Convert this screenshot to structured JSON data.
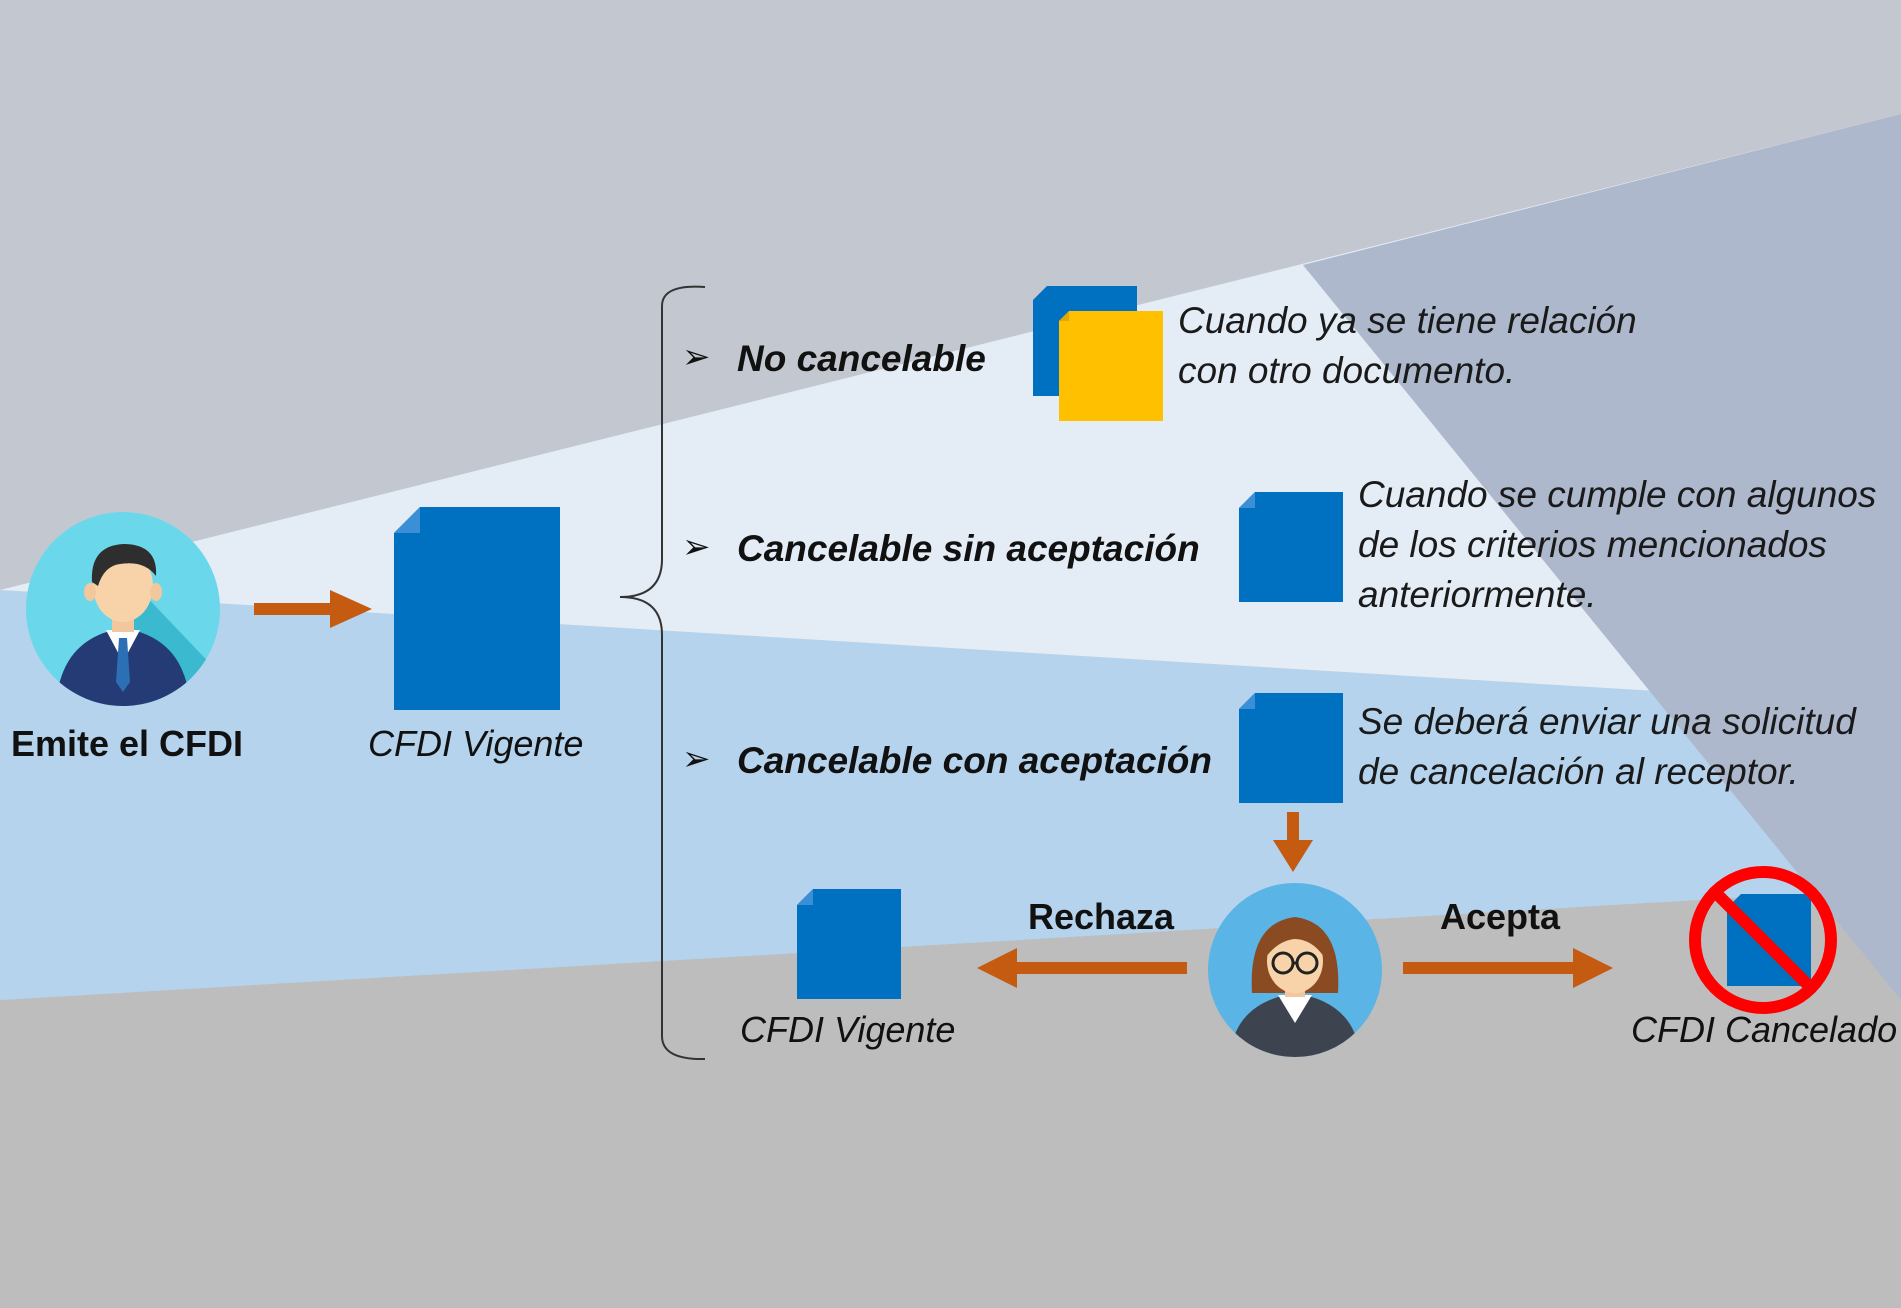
{
  "colors": {
    "bg_top": "#c3c8d0",
    "band_light": "#e4ecf5",
    "band_mid": "#b5d3ec",
    "band_bottom": "#bdbdbd",
    "slate": "#adb8cc",
    "doc_blue": "#0070c0",
    "doc_yellow": "#ffc000",
    "arrow_orange": "#c55a11",
    "forbidden_red": "#ff0000"
  },
  "issuer": {
    "label": "Emite el CFDI",
    "icon": "businessman-avatar-icon"
  },
  "main_document": {
    "label": "CFDI Vigente",
    "icon": "document-icon"
  },
  "options": [
    {
      "bullet": "➢",
      "title": "No cancelable",
      "description": [
        "Cuando ya se tiene relación",
        "con otro documento."
      ],
      "icon": "related-documents-icon"
    },
    {
      "bullet": "➢",
      "title": "Cancelable sin aceptación",
      "description": [
        "Cuando se cumple con algunos",
        "de los criterios mencionados",
        "anteriormente."
      ],
      "icon": "document-icon"
    },
    {
      "bullet": "➢",
      "title": "Cancelable con aceptación",
      "description": [
        "Se deberá enviar una solicitud",
        "de cancelación al receptor."
      ],
      "icon": "document-icon"
    }
  ],
  "receiver": {
    "icon": "businesswoman-avatar-icon"
  },
  "reject": {
    "action": "Rechaza",
    "result": "CFDI Vigente"
  },
  "accept": {
    "action": "Acepta",
    "result": "CFDI Cancelado"
  }
}
